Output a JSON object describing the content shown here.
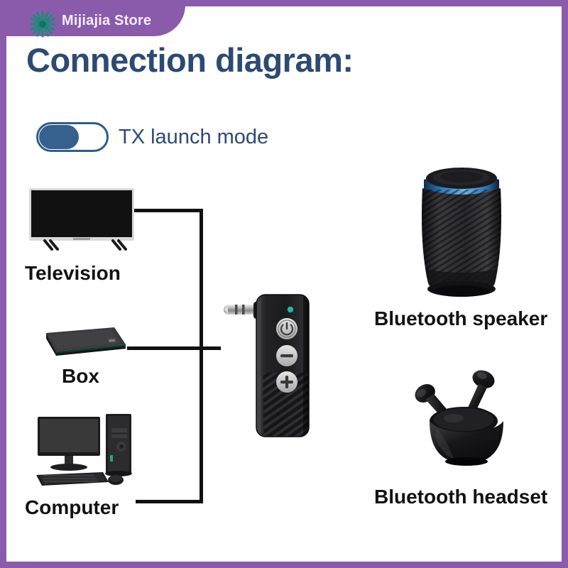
{
  "header": {
    "store_name": "Mijiajia Store",
    "logo_icon": "starburst-icon",
    "banner_color": "#8a5bab",
    "logo_color": "#1f8a7a"
  },
  "page_title": "Connection diagram:",
  "title_color": "#2c4a73",
  "toggle": {
    "label": "TX launch mode",
    "state": "on",
    "knob_position": "left",
    "track_color": "#ffffff",
    "border_color": "#2f5d8a",
    "knob_color": "#36618e"
  },
  "sources": [
    {
      "name": "Television",
      "label": "Television",
      "icon": "television-icon"
    },
    {
      "name": "Box",
      "label": "Box",
      "icon": "set-top-box-icon"
    },
    {
      "name": "Computer",
      "label": "Computer",
      "icon": "desktop-computer-icon"
    }
  ],
  "adapter": {
    "name": "bluetooth-audio-transmitter",
    "body_color": "#1c1c1e",
    "led_color": "#1fb6a6",
    "buttons": [
      {
        "name": "power-button",
        "glyph": "⏻"
      },
      {
        "name": "volume-down-button",
        "glyph": "−"
      },
      {
        "name": "volume-up-button",
        "glyph": "+"
      }
    ],
    "connector": "3.5mm-aux-jack"
  },
  "outputs": [
    {
      "name": "Bluetooth speaker",
      "label": "Bluetooth speaker",
      "icon": "bluetooth-speaker-icon",
      "light_ring_color": "#2f7fc4"
    },
    {
      "name": "Bluetooth headset",
      "label": "Bluetooth headset",
      "icon": "bluetooth-earbuds-icon"
    }
  ],
  "wires": {
    "color": "#111111",
    "description": "Three source devices join a vertical bus that feeds the adapter jack"
  },
  "frame": {
    "border_color": "#8a5bab",
    "background": "#ffffff"
  }
}
